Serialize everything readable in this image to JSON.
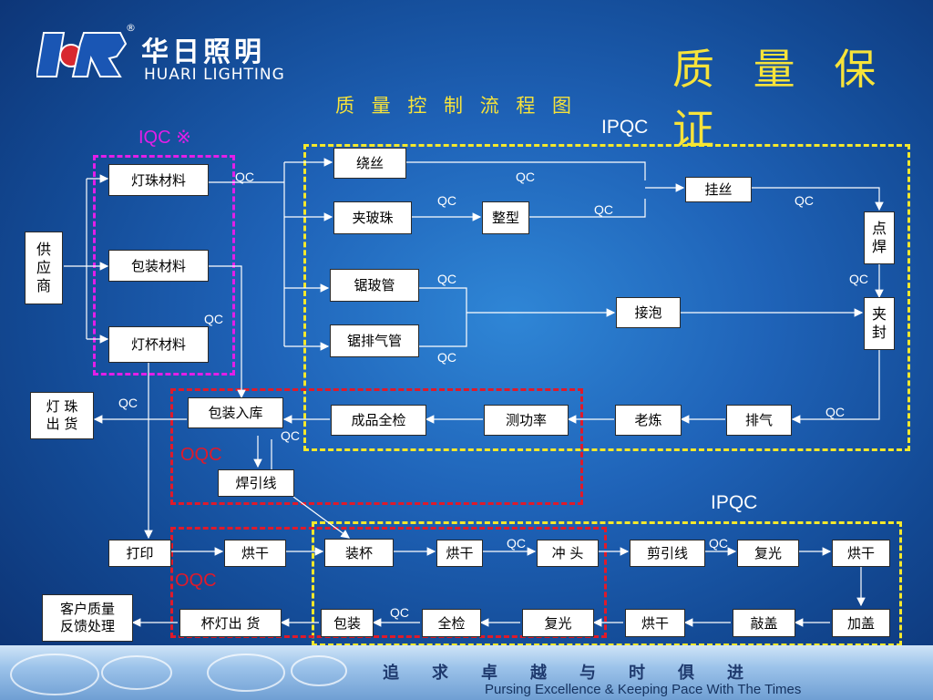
{
  "brand": {
    "name_cn": "华日照明",
    "name_en": "HUARI LIGHTING",
    "registered": "®",
    "colors": {
      "logo_red": "#d8282e",
      "logo_blue": "#1a56b4"
    }
  },
  "page": {
    "title": "质 量 保 证",
    "subtitle": "质 量 控 制 流 程 图"
  },
  "regions": {
    "iqc": "IQC ※",
    "ipqc_top": "IPQC",
    "ipqc_bottom": "IPQC",
    "oqc_top": "OQC",
    "oqc_bottom": "OQC"
  },
  "colors": {
    "iqc": "#e21ee8",
    "ipqc": "#f5e82b",
    "oqc": "#e01a2a",
    "title": "#f7e33a"
  },
  "nodes": {
    "supplier": "供\n应\n商",
    "bead_material": "灯珠材料",
    "packing_material": "包装材料",
    "cup_material": "灯杯材料",
    "winding": "绕丝",
    "clamp_bead": "夹玻珠",
    "shaping": "整型",
    "hang_wire": "挂丝",
    "spot_weld": "点\n焊",
    "saw_tube": "锯玻管",
    "saw_exhaust": "锯排气管",
    "bulb_join": "接泡",
    "seal": "夹\n封",
    "bead_ship": "灯 珠\n出 货",
    "pack_store": "包装入库",
    "final_inspect": "成品全检",
    "power_test": "测功率",
    "aging": "老炼",
    "exhaust": "排气",
    "solder_lead": "焊引线",
    "print": "打印",
    "dry_1": "烘干",
    "cup_install": "装杯",
    "dry_2": "烘干",
    "punch": "冲 头",
    "cut_lead": "剪引线",
    "relight_1": "复光",
    "dry_3": "烘干",
    "customer_feedback": "客户质量\n反馈处理",
    "cup_ship": "杯灯出 货",
    "packing": "包装",
    "full_inspect": "全检",
    "relight_2": "复光",
    "dry_4": "烘干",
    "tap_cap": "敲盖",
    "add_cap": "加盖"
  },
  "qc_label": "QC",
  "footer": {
    "slogan_cn": "追求卓越与时俱进",
    "slogan_en": "Pursing Excellence & Keeping Pace With The Times"
  }
}
